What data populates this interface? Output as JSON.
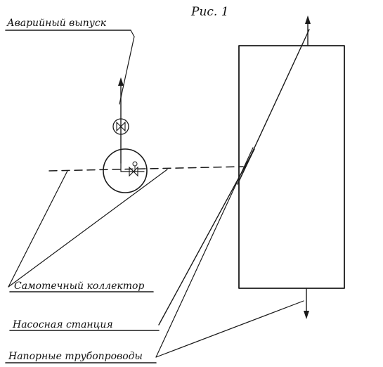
{
  "figure": {
    "caption": "Рис. 1"
  },
  "labels": {
    "emergency_outlet": "Аварийный выпуск",
    "gravity_collector": "Самотечный коллектор",
    "pump_station": "Насосная станция",
    "pressure_pipelines": "Напорные трубопроводы"
  },
  "colors": {
    "ink": "#1a1a1a",
    "background": "#ffffff"
  }
}
